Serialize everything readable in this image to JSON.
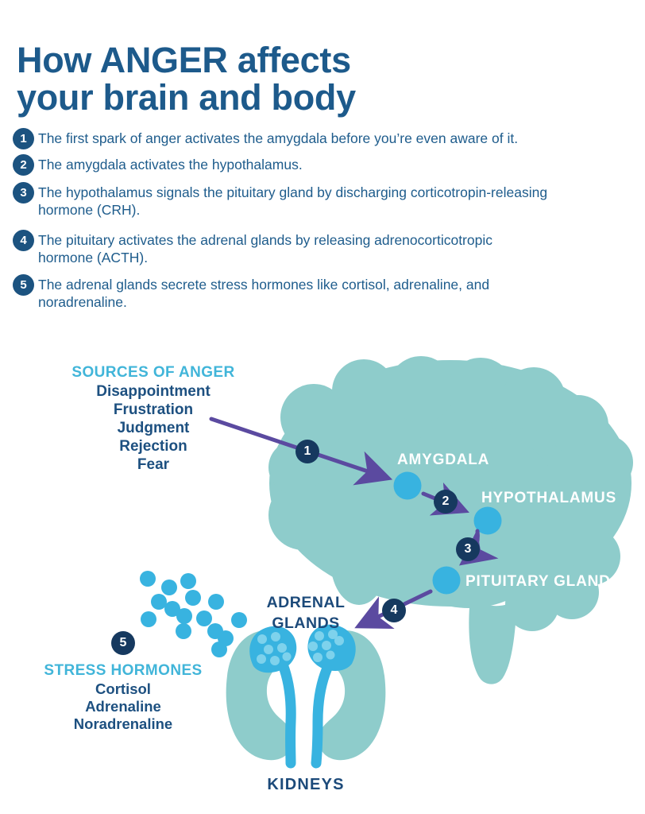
{
  "title": {
    "line1": "How ANGER affects",
    "line2": "your brain and body"
  },
  "steps": [
    {
      "num": "1",
      "lines": [
        "The first spark of anger activates the amygdala before you’re even aware of it.",
        ""
      ]
    },
    {
      "num": "2",
      "lines": [
        "The amygdala activates the hypothalamus.",
        ""
      ]
    },
    {
      "num": "3",
      "lines": [
        "The hypothalamus signals the pituitary gland by discharging corticotropin-releasing",
        "hormone (CRH)."
      ]
    },
    {
      "num": "4",
      "lines": [
        "The pituitary activates the adrenal glands by releasing adrenocorticotropic",
        "hormone (ACTH)."
      ]
    },
    {
      "num": "5",
      "lines": [
        "The adrenal glands secrete stress hormones like cortisol, adrenaline, and",
        "noradrenaline."
      ]
    }
  ],
  "diagram": {
    "markers": [
      "1",
      "2",
      "3",
      "4",
      "5"
    ],
    "sources": {
      "heading": "SOURCES OF ANGER",
      "items": [
        "Disappointment",
        "Frustration",
        "Judgment",
        "Rejection",
        "Fear"
      ]
    },
    "brain_labels": {
      "amygdala": "AMYGDALA",
      "hypothalamus": "HYPOTHALAMUS",
      "pituitary": "PITUITARY GLAND"
    },
    "adrenal": {
      "line1": "ADRENAL",
      "line2": "GLANDS"
    },
    "stress": {
      "heading": "STRESS HORMONES",
      "items": [
        "Cortisol",
        "Adrenaline",
        "Noradrenaline"
      ]
    },
    "kidneys_label": "KIDNEYS"
  },
  "colors": {
    "title_blue": "#1d5a8b",
    "body_text_blue": "#1e5c8c",
    "cyan_heading": "#41b5d9",
    "navy_label": "#1c4a7a",
    "list_badge_navy": "#1c5380",
    "diagram_badge_navy": "#16395f",
    "brain_teal": "#8ecccb",
    "bright_blue": "#38b3e0",
    "cap_dot_blue": "#7ed2ec",
    "arrow_purple": "#5b4aa0",
    "brain_label_white": "#ffffff"
  }
}
